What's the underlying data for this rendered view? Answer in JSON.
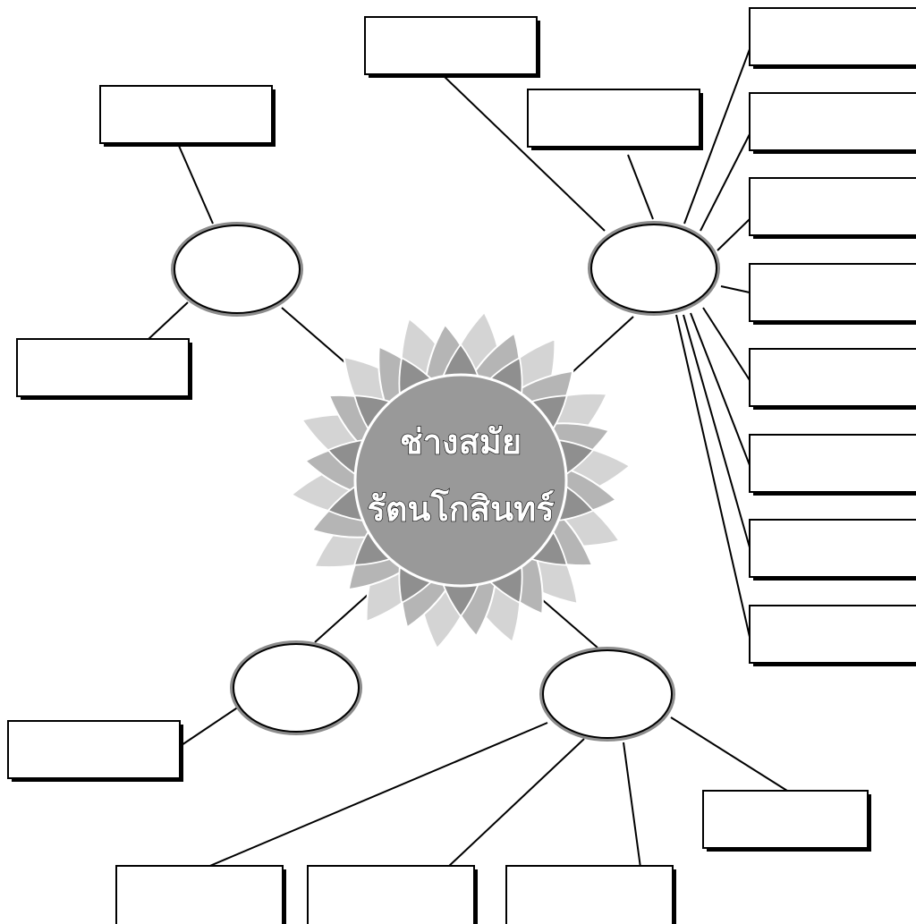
{
  "center": {
    "line1": "ช่างสมัย",
    "line2": "รัตนโกสินทร์"
  },
  "colors": {
    "background": "#ffffff",
    "outline": "#000000",
    "ellipse_ring": "#8c8c8c",
    "center_fill": "#999999",
    "petal_dark": "#8f8f8f",
    "petal_mid": "#b5b5b5",
    "petal_light": "#d4d4d4",
    "center_text": "#ffffff"
  },
  "nodes": [
    {
      "id": "node-top-left",
      "label": ""
    },
    {
      "id": "node-top-right",
      "label": ""
    },
    {
      "id": "node-bottom-left",
      "label": ""
    },
    {
      "id": "node-bottom-center",
      "label": ""
    }
  ],
  "boxes": [
    {
      "id": "box-top-left-1",
      "text": ""
    },
    {
      "id": "box-top-left-2",
      "text": ""
    },
    {
      "id": "box-top-right-1",
      "text": ""
    },
    {
      "id": "box-top-right-2",
      "text": ""
    },
    {
      "id": "box-right-1",
      "text": ""
    },
    {
      "id": "box-right-2",
      "text": ""
    },
    {
      "id": "box-right-3",
      "text": ""
    },
    {
      "id": "box-right-4",
      "text": ""
    },
    {
      "id": "box-right-5",
      "text": ""
    },
    {
      "id": "box-right-6",
      "text": ""
    },
    {
      "id": "box-right-7",
      "text": ""
    },
    {
      "id": "box-right-8",
      "text": ""
    },
    {
      "id": "box-bottom-left",
      "text": ""
    },
    {
      "id": "box-bottom-1",
      "text": ""
    },
    {
      "id": "box-bottom-2",
      "text": ""
    },
    {
      "id": "box-bottom-3",
      "text": ""
    },
    {
      "id": "box-bottom-right",
      "text": ""
    }
  ]
}
